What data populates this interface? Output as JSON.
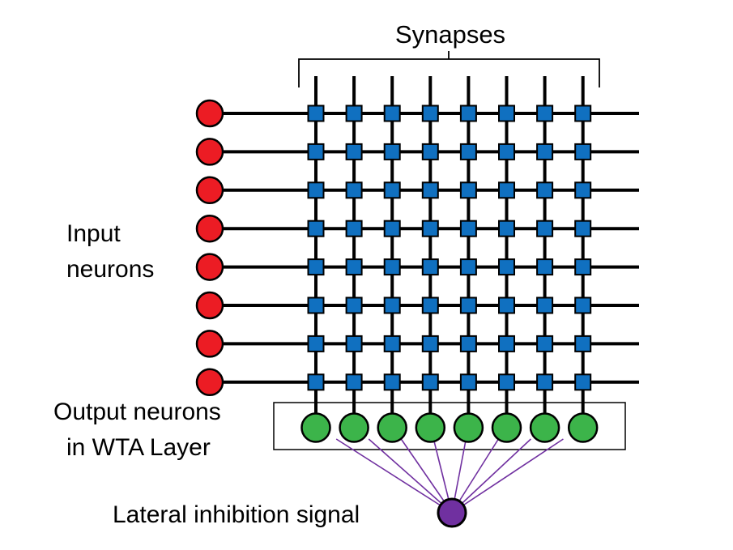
{
  "labels": {
    "synapses": "Synapses",
    "input_line1": "Input",
    "input_line2": "neurons",
    "output_line1": "Output neurons",
    "output_line2": "in WTA Layer",
    "inhibition": "Lateral inhibition signal"
  },
  "network": {
    "input_neuron_count": 8,
    "output_neuron_count": 8,
    "synapse_rows": 8,
    "synapse_cols": 8
  },
  "colors": {
    "input_neuron": "#ec1c24",
    "synapse": "#1070c0",
    "output_neuron": "#3cb44a",
    "inhibition_neuron": "#7030a0",
    "inhibition_line": "#7030a0",
    "wire": "#000000"
  }
}
